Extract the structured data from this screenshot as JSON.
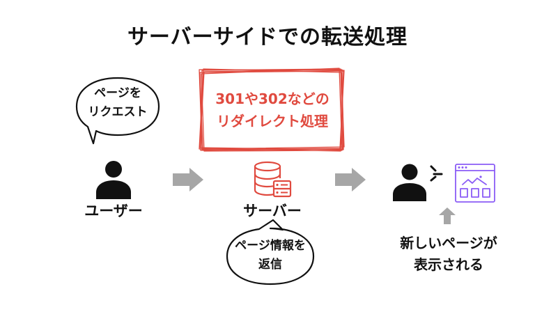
{
  "title": "サーバーサイドでの転送処理",
  "user_bubble": {
    "line1": "ページを",
    "line2": "リクエスト"
  },
  "user_label": "ユーザー",
  "redirect_box": {
    "line1": "301や302などの",
    "line2": "リダイレクト処理",
    "color": "#e04a3f"
  },
  "server_label": "サーバー",
  "server_bubble": {
    "line1": "ページ情報を",
    "line2": "返信"
  },
  "result": {
    "line1": "新しいページが",
    "line2": "表示される"
  },
  "colors": {
    "arrow": "#a6a6a6",
    "server_icon": "#e04a3f",
    "browser_icon": "#8b5cf6",
    "text": "#111111"
  }
}
